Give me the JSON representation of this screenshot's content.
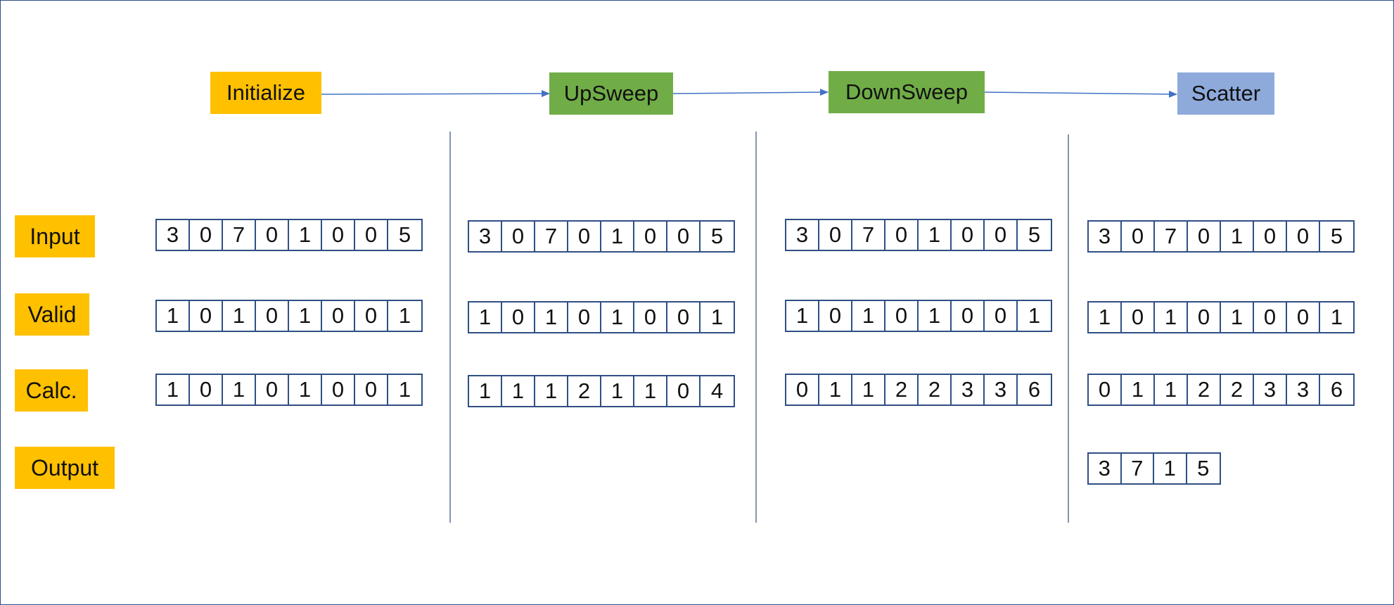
{
  "colors": {
    "initialize": "#ffc000",
    "upsweep": "#70ad47",
    "downsweep": "#70ad47",
    "scatter": "#8eaadb",
    "row_label": "#ffc000",
    "cell_border": "#2f4f85",
    "connector": "#4472c4",
    "divider": "#8496b0"
  },
  "stages": [
    {
      "id": "initialize",
      "label": "Initialize"
    },
    {
      "id": "upsweep",
      "label": "UpSweep"
    },
    {
      "id": "downsweep",
      "label": "DownSweep"
    },
    {
      "id": "scatter",
      "label": "Scatter"
    }
  ],
  "row_labels": [
    "Input",
    "Valid",
    "Calc.",
    "Output"
  ],
  "columns": [
    {
      "stage": "initialize",
      "input": [
        "3",
        "0",
        "7",
        "0",
        "1",
        "0",
        "0",
        "5"
      ],
      "valid": [
        "1",
        "0",
        "1",
        "0",
        "1",
        "0",
        "0",
        "1"
      ],
      "calc": [
        "1",
        "0",
        "1",
        "0",
        "1",
        "0",
        "0",
        "1"
      ],
      "output": []
    },
    {
      "stage": "upsweep",
      "input": [
        "3",
        "0",
        "7",
        "0",
        "1",
        "0",
        "0",
        "5"
      ],
      "valid": [
        "1",
        "0",
        "1",
        "0",
        "1",
        "0",
        "0",
        "1"
      ],
      "calc": [
        "1",
        "1",
        "1",
        "2",
        "1",
        "1",
        "0",
        "4"
      ],
      "output": []
    },
    {
      "stage": "downsweep",
      "input": [
        "3",
        "0",
        "7",
        "0",
        "1",
        "0",
        "0",
        "5"
      ],
      "valid": [
        "1",
        "0",
        "1",
        "0",
        "1",
        "0",
        "0",
        "1"
      ],
      "calc": [
        "0",
        "1",
        "1",
        "2",
        "2",
        "3",
        "3",
        "6"
      ],
      "output": []
    },
    {
      "stage": "scatter",
      "input": [
        "3",
        "0",
        "7",
        "0",
        "1",
        "0",
        "0",
        "5"
      ],
      "valid": [
        "1",
        "0",
        "1",
        "0",
        "1",
        "0",
        "0",
        "1"
      ],
      "calc": [
        "0",
        "1",
        "1",
        "2",
        "2",
        "3",
        "3",
        "6"
      ],
      "output": [
        "3",
        "7",
        "1",
        "5"
      ]
    }
  ]
}
